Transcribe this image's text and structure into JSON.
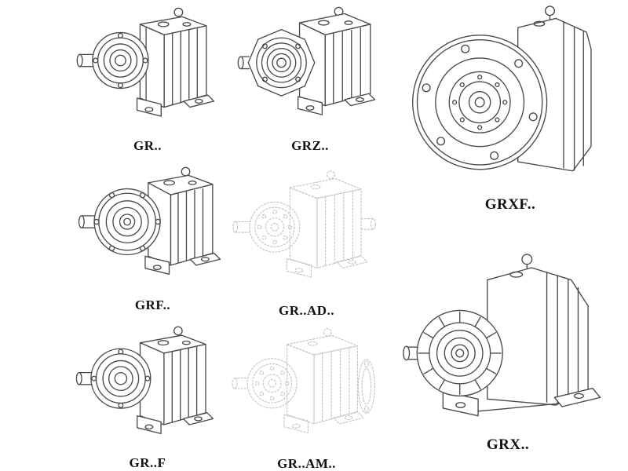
{
  "page": {
    "background": "#ffffff"
  },
  "colors": {
    "line": "#4a4a4a",
    "ghost_line": "#c1c1c1",
    "label_text": "#111111"
  },
  "items": [
    {
      "id": "gr",
      "label": "GR..",
      "style": "solid",
      "drawing": "foot-mounted-helical-gearbox"
    },
    {
      "id": "grz",
      "label": "GRZ..",
      "style": "solid",
      "drawing": "foot-mounted-gearbox-octagonal-bearing-plate"
    },
    {
      "id": "grxf",
      "label": "GRXF..",
      "style": "solid",
      "drawing": "flange-mounted-gearbox-large-flange"
    },
    {
      "id": "grf",
      "label": "GRF..",
      "style": "solid",
      "drawing": "flange-foot-gearbox"
    },
    {
      "id": "grad",
      "label": "GR..AD..",
      "style": "ghost",
      "drawing": "gearbox-with-input-adapter-dashed"
    },
    {
      "id": "grff",
      "label": "GR..F",
      "style": "solid",
      "drawing": "foot-mounted-gearbox-with-flange"
    },
    {
      "id": "gram",
      "label": "GR..AM..",
      "style": "ghost",
      "drawing": "gearbox-with-motor-adapter-flange-dashed"
    },
    {
      "id": "grx",
      "label": "GRX..",
      "style": "solid",
      "drawing": "large-foot-mounted-gearbox-finned-bearing-housing"
    }
  ]
}
